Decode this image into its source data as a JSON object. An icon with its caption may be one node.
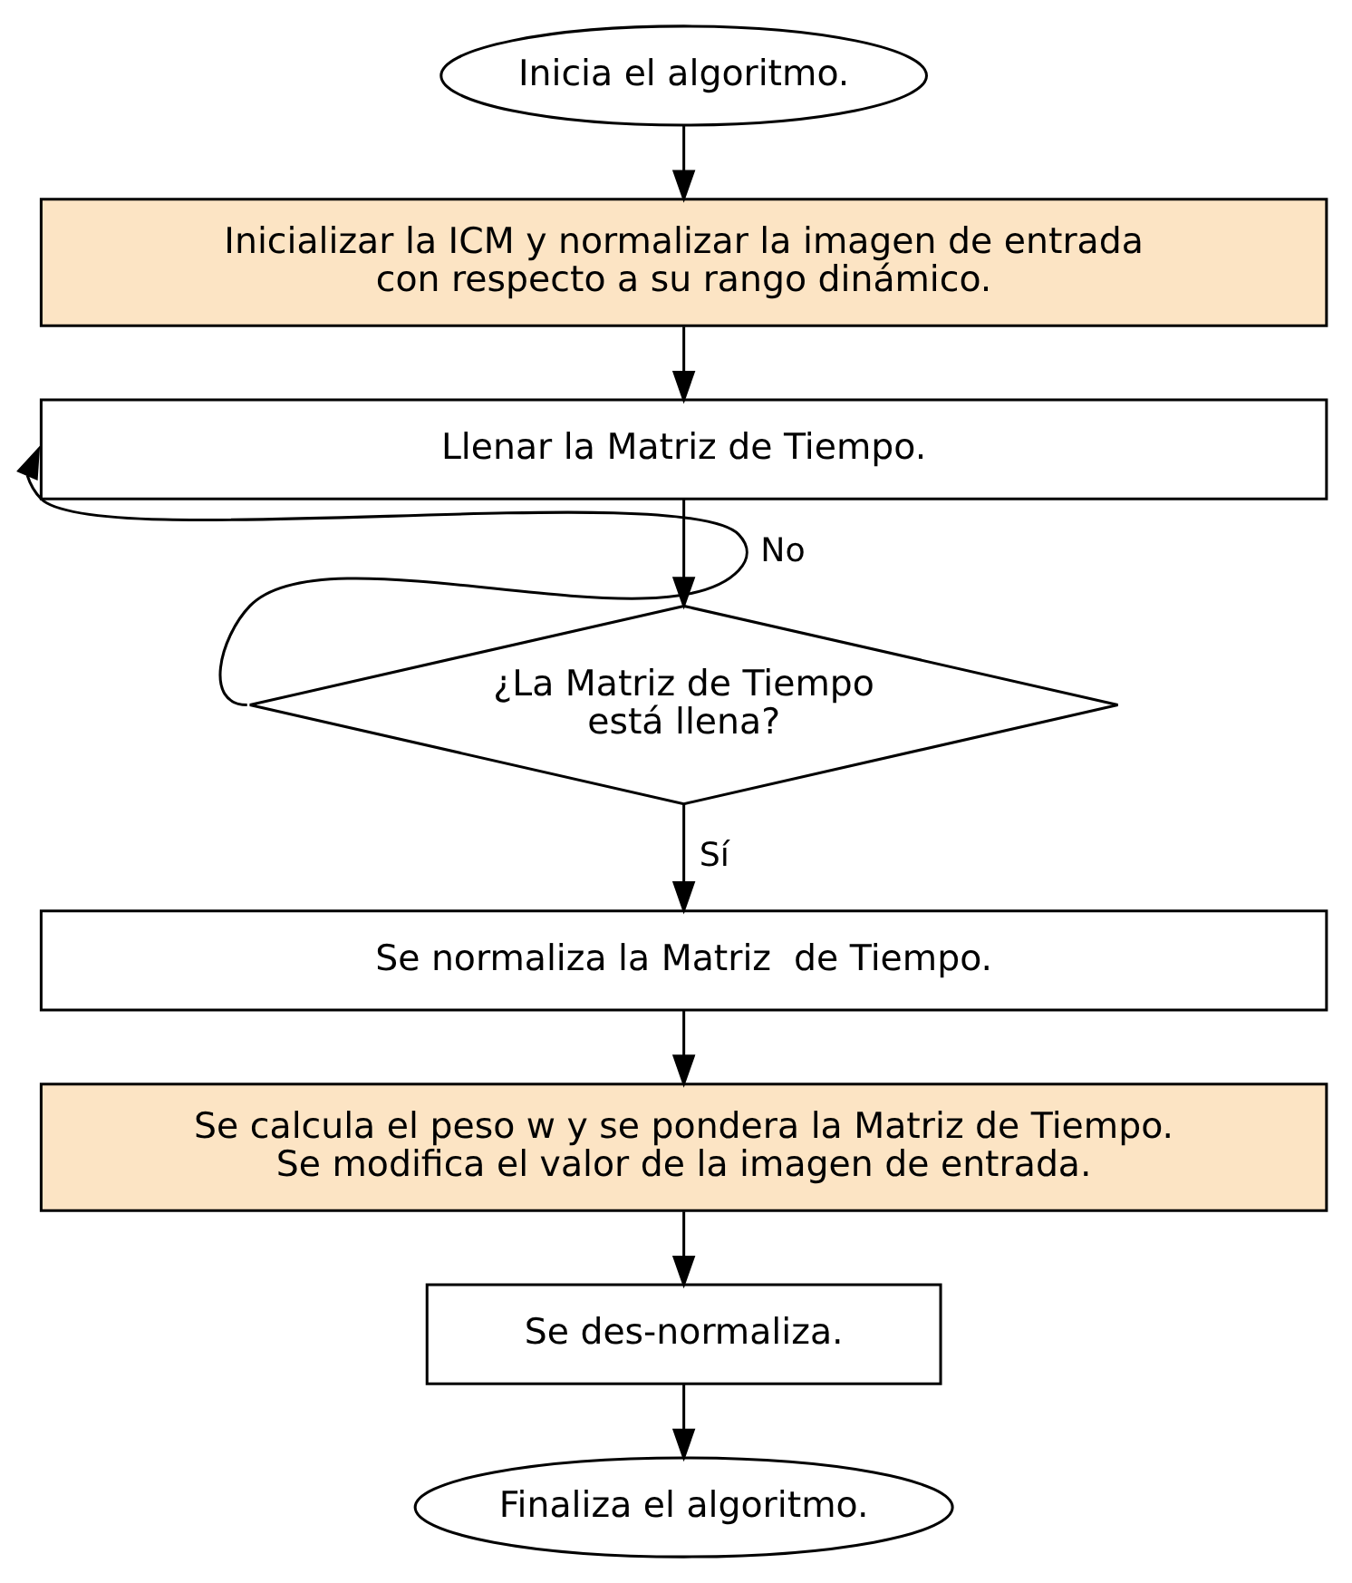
{
  "diagram": {
    "nodes": [
      {
        "text": [
          "Inicia el algoritmo."
        ]
      },
      {
        "text": [
          "Inicializar la ICM y normalizar la imagen de entrada con respecto a su rango dinámico."
        ]
      },
      {
        "text": [
          "Llenar la Matriz de Tiempo."
        ]
      },
      {
        "text": [
          "¿La Matriz de Tiempo está llena?"
        ]
      },
      {
        "text": [
          "Se normaliza la Matriz  de Tiempo."
        ]
      },
      {
        "text": [
          "Se calcula el peso w y se pondera la Matriz de Tiempo. Se modifica el valor de la imagen de entrada."
        ]
      },
      {
        "text": [
          "Se des-normaliza."
        ]
      },
      {
        "text": [
          "Finaliza el algoritmo."
        ]
      }
    ],
    "edges": [
      {
        "from": 0,
        "to": 1,
        "arrow": "to"
      },
      {
        "from": 1,
        "to": 2,
        "arrow": "to"
      },
      {
        "from": 2,
        "to": 3,
        "arrow": "to"
      },
      {
        "from": 3,
        "to": 2,
        "arrow": "to",
        "label": "No"
      },
      {
        "from": 3,
        "to": 4,
        "arrow": "to",
        "label": "Sí"
      },
      {
        "from": 4,
        "to": 5,
        "arrow": "to"
      },
      {
        "from": 5,
        "to": 6,
        "arrow": "to"
      },
      {
        "from": 6,
        "to": 7,
        "arrow": "to"
      }
    ]
  }
}
